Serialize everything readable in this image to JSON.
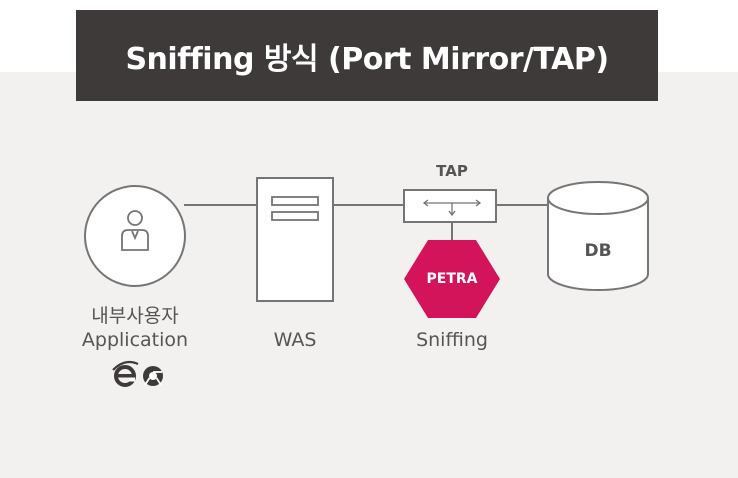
{
  "title": "Sniffing 방식 (Port Mirror/TAP)",
  "nodes": {
    "client": {
      "label_ko": "내부사용자",
      "label_en": "Application"
    },
    "was": {
      "label": "WAS"
    },
    "tap": {
      "label": "TAP"
    },
    "petra": {
      "label": "PETRA",
      "caption": "Sniffing",
      "color": "#d4145a"
    },
    "db": {
      "label": "DB"
    }
  },
  "browser_icons": [
    "ie-icon",
    "chrome-icon"
  ],
  "colors": {
    "title_bg": "#3e3a39",
    "panel_bg": "#f2f1f0",
    "line": "#757575"
  }
}
